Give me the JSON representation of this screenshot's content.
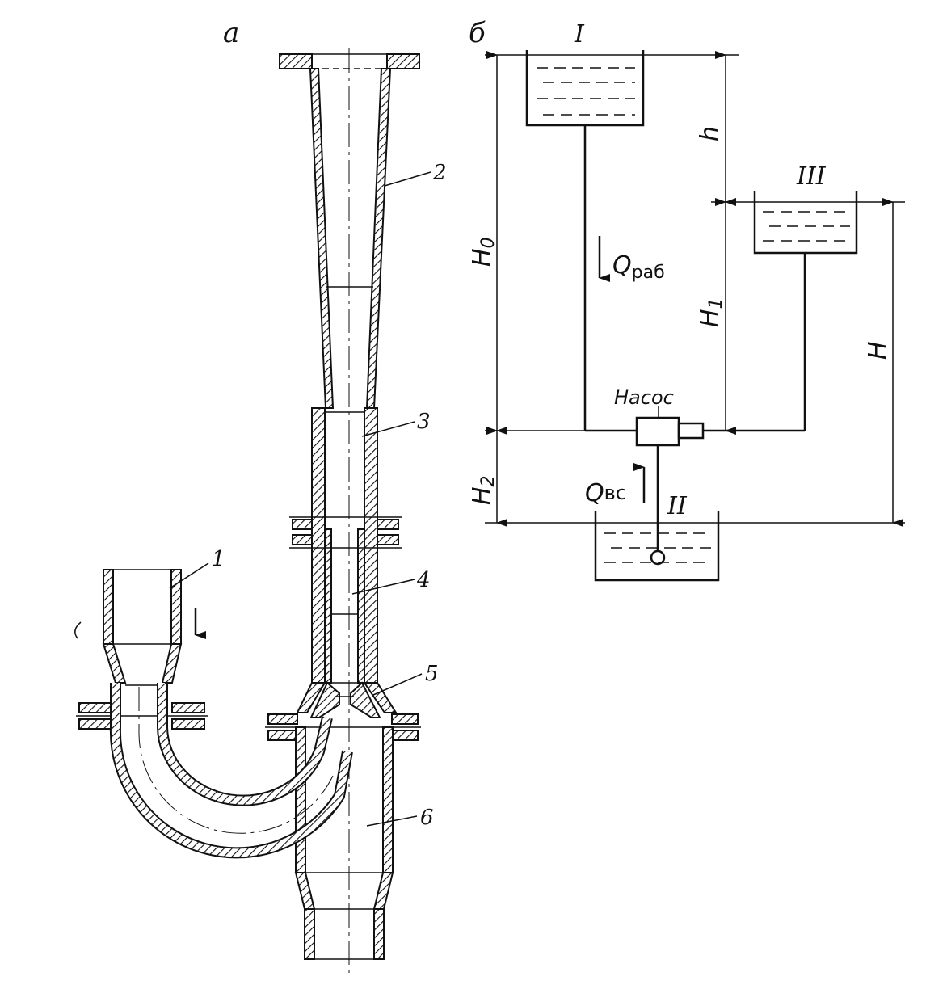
{
  "panel_a": {
    "letter": "а",
    "part_numbers": [
      "1",
      "2",
      "3",
      "4",
      "5",
      "6"
    ]
  },
  "panel_b": {
    "letter": "б",
    "tanks": {
      "upper": "I",
      "lower": "II",
      "middle": "III"
    },
    "pump_label": "Насос",
    "flow_work": "Q",
    "flow_work_sub": "раб",
    "flow_suction": "Q",
    "flow_suction_sub": "вс",
    "dimensions": {
      "H0": "H",
      "H0_sub": "0",
      "h": "h",
      "H1": "H",
      "H1_sub": "1",
      "H2": "H",
      "H2_sub": "2",
      "H": "H"
    }
  }
}
